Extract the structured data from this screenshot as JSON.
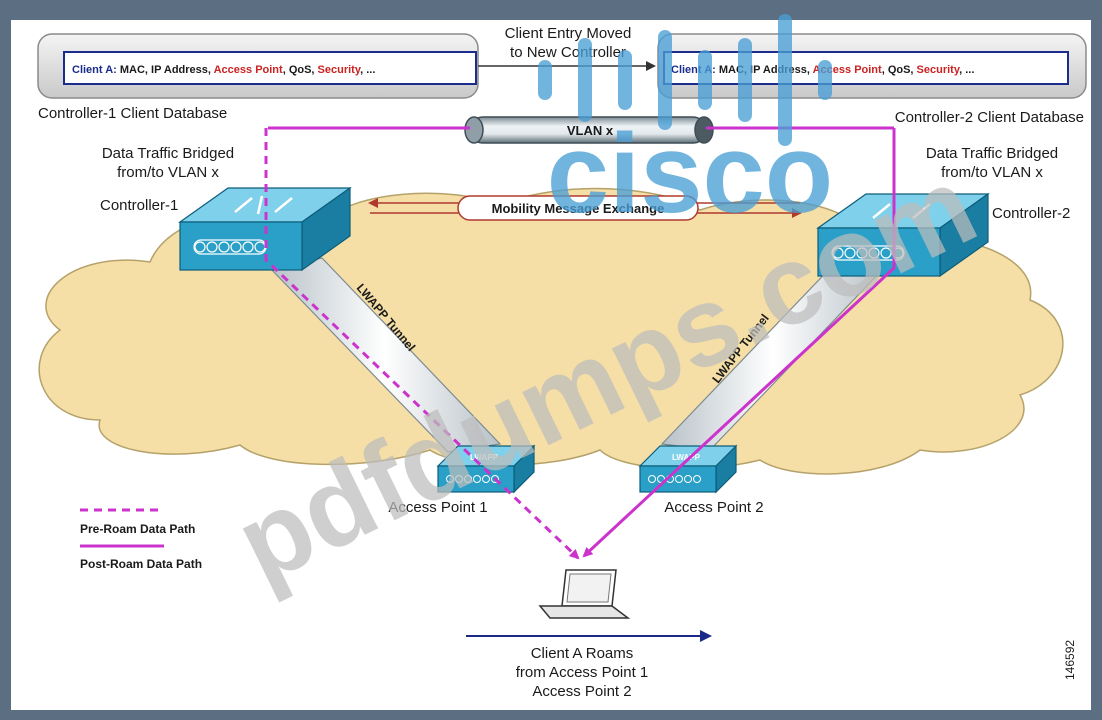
{
  "databases": {
    "left": {
      "entry": {
        "client": "Client A:",
        "fields_a": " MAC, IP Address, ",
        "ap": "Access Point",
        "qos": ", QoS, ",
        "security": "Security",
        "tail": ", ..."
      },
      "caption": "Controller-1 Client Database"
    },
    "right": {
      "entry": {
        "client": "Client A:",
        "fields_a": " MAC, IP Address, ",
        "ap": "Access Point",
        "qos": ", QoS, ",
        "security": "Security",
        "tail": ", ..."
      },
      "caption": "Controller-2 Client Database"
    },
    "move_caption": [
      "Client Entry Moved",
      "to New Controller"
    ]
  },
  "vlan": {
    "label": "VLAN x"
  },
  "bridge_left": [
    "Data Traffic Bridged",
    "from/to VLAN x"
  ],
  "bridge_right": [
    "Data Traffic Bridged",
    "from/to VLAN x"
  ],
  "controllers": {
    "left": "Controller-1",
    "right": "Controller-2"
  },
  "mobility": "Mobility Message Exchange",
  "tunnels": {
    "left": "LWAPP Tunnel",
    "right": "LWAPP Tunnel"
  },
  "access_points": {
    "ap1": "Access Point 1",
    "ap2": "Access Point 2",
    "device_text": "LWAPP"
  },
  "legend": {
    "pre": "Pre-Roam Data Path",
    "post": "Post-Roam Data Path"
  },
  "client_caption": [
    "Client A Roams",
    "from Access Point 1",
    "Access Point 2"
  ],
  "figure_id": "146592",
  "watermarks": {
    "cisco": "cisco",
    "pdfdumps": "pdfdumps.com"
  },
  "colors": {
    "frame": "#5c6f82",
    "magenta": "#cc33cc",
    "controller_blue": "#2aa0c8",
    "cloud": "#f5dfa6",
    "entry_blue": "#1a2c8c",
    "entry_red": "#cc2222",
    "arrow_blue": "#1b2a86",
    "cisco_watermark": "#4a9fd6",
    "pdf_watermark": "#bdbdbd"
  }
}
